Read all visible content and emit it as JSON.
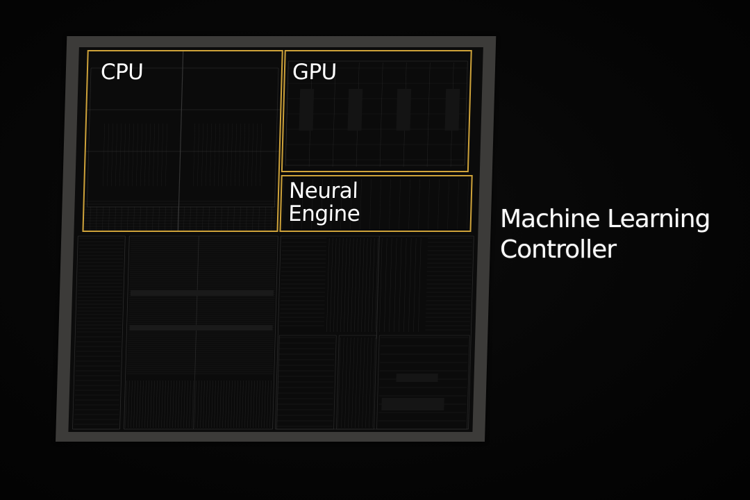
{
  "colors": {
    "background": "#050505",
    "chip_frame": "#3c3b39",
    "die": "#0b0b0b",
    "highlight_border": "#cfa33a",
    "circuit_line": "#3a3a3a",
    "text": "#ffffff"
  },
  "chip": {
    "blocks": [
      {
        "id": "cpu",
        "label": "CPU"
      },
      {
        "id": "gpu",
        "label": "GPU"
      },
      {
        "id": "neural_engine",
        "label": "Neural\nEngine"
      }
    ]
  },
  "callout": {
    "text": "Machine Learning\nController"
  }
}
